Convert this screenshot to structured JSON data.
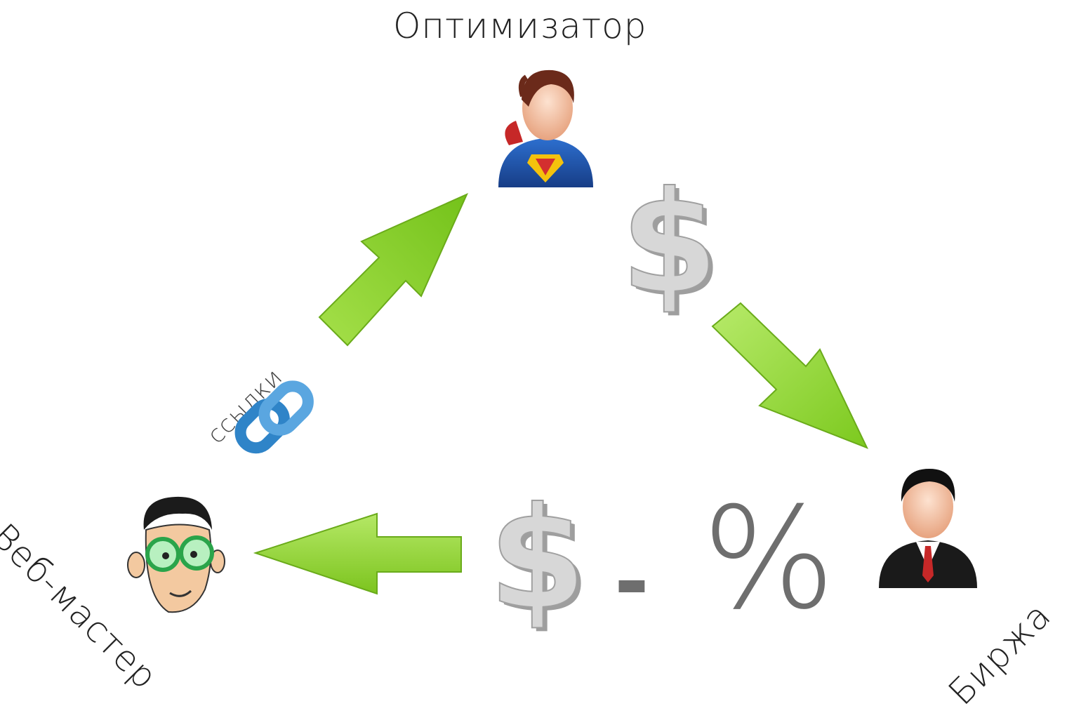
{
  "labels": {
    "optimizer": "Оптимизатор",
    "webmaster": "Веб-мастер",
    "exchange": "Биржа",
    "links": "ссылки",
    "minus": "-",
    "percent": "%"
  },
  "icons": {
    "optimizer": "superhero-avatar-icon",
    "webmaster": "nerd-glasses-avatar-icon",
    "exchange": "businessman-avatar-icon",
    "money": "dollar-sign-icon",
    "links": "chain-link-icon"
  },
  "colors": {
    "arrow": "#8fd630",
    "arrow_light": "#c9ef7a",
    "link_blue": "#2f84c8",
    "dollar": "#bdbdbd",
    "text": "#222222"
  }
}
